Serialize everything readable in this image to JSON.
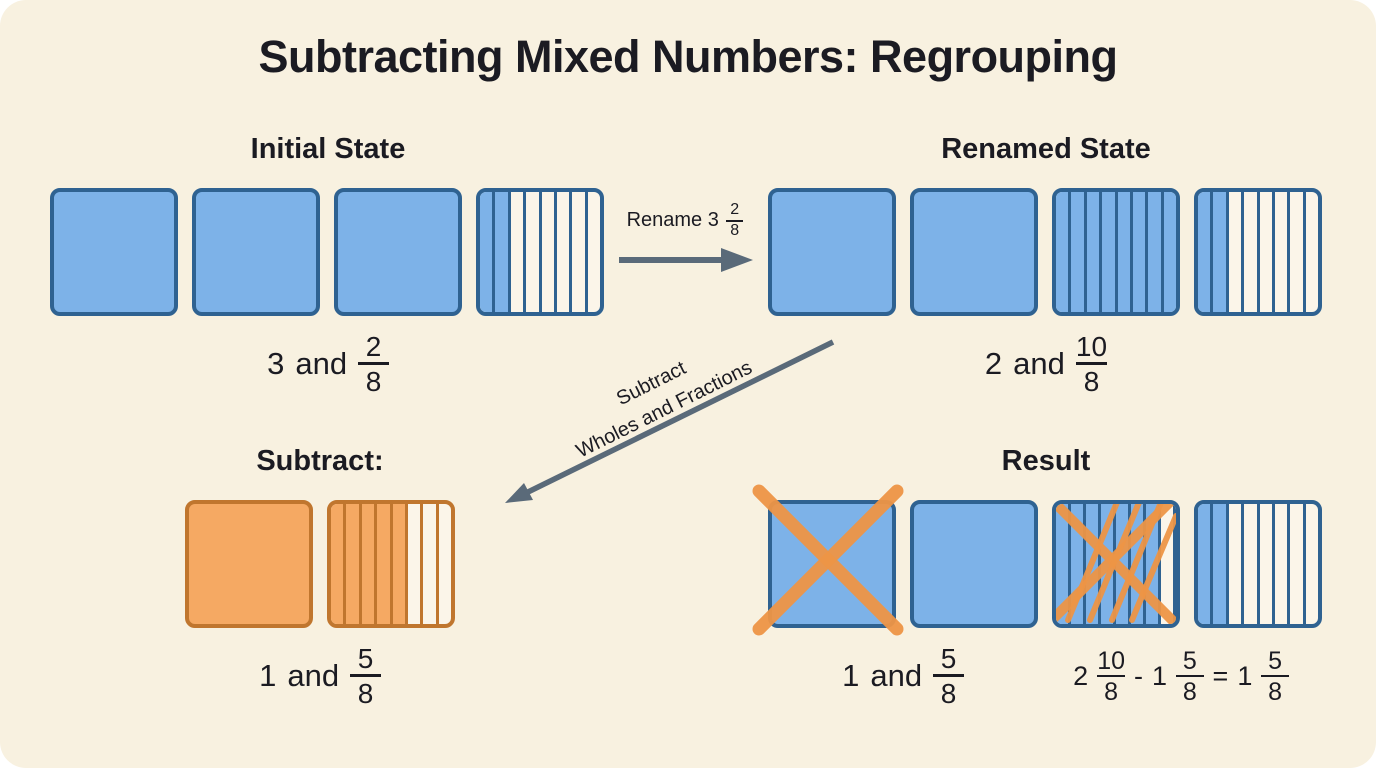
{
  "title": "Subtracting Mixed Numbers: Regrouping",
  "colors": {
    "background": "#F8F1E0",
    "unfilled": "#FBF5E9",
    "blue_fill": "#7DB2E8",
    "blue_border": "#2F6291",
    "orange_fill": "#F5A963",
    "orange_border": "#C0762E",
    "cross_orange": "#EE9546",
    "arrow_gray": "#5A6A79",
    "text_dark": "#1B1B22"
  },
  "sections": {
    "initial": {
      "heading": "Initial State",
      "squares": [
        {
          "fill": "blue",
          "parts": 1,
          "filled": 1
        },
        {
          "fill": "blue",
          "parts": 1,
          "filled": 1
        },
        {
          "fill": "blue",
          "parts": 1,
          "filled": 1
        },
        {
          "fill": "blue",
          "parts": 8,
          "filled": 2
        }
      ],
      "label": {
        "whole": "3",
        "conj": "and",
        "num": "2",
        "den": "8"
      }
    },
    "renamed": {
      "heading": "Renamed State",
      "squares": [
        {
          "fill": "blue",
          "parts": 1,
          "filled": 1
        },
        {
          "fill": "blue",
          "parts": 1,
          "filled": 1
        },
        {
          "fill": "blue",
          "parts": 8,
          "filled": 8
        },
        {
          "fill": "blue",
          "parts": 8,
          "filled": 2
        }
      ],
      "label": {
        "whole": "2",
        "conj": "and",
        "num": "10",
        "den": "8"
      }
    },
    "subtract": {
      "heading": "Subtract:",
      "squares": [
        {
          "fill": "orange",
          "parts": 1,
          "filled": 1
        },
        {
          "fill": "orange",
          "parts": 8,
          "filled": 5
        }
      ],
      "label": {
        "whole": "1",
        "conj": "and",
        "num": "5",
        "den": "8"
      }
    },
    "result": {
      "heading": "Result",
      "squares": [
        {
          "fill": "blue",
          "parts": 1,
          "filled": 1,
          "cross": "x"
        },
        {
          "fill": "blue",
          "parts": 1,
          "filled": 1
        },
        {
          "fill": "blue",
          "parts": 8,
          "filled": 7,
          "cross": "x-hatch"
        },
        {
          "fill": "blue",
          "parts": 8,
          "filled": 2
        }
      ],
      "label": {
        "whole": "1",
        "conj": "and",
        "num": "5",
        "den": "8"
      },
      "equation": {
        "lhs_whole": "2",
        "lhs_num": "10",
        "lhs_den": "8",
        "minus": "-",
        "sub_whole": "1",
        "sub_num": "5",
        "sub_den": "8",
        "equals": "=",
        "res_whole": "1",
        "res_num": "5",
        "res_den": "8"
      }
    }
  },
  "arrows": {
    "rename": {
      "prefix": "Rename 3",
      "num": "2",
      "den": "8"
    },
    "diagonal": {
      "line1": "Subtract",
      "line2": "Wholes and Fractions"
    }
  }
}
